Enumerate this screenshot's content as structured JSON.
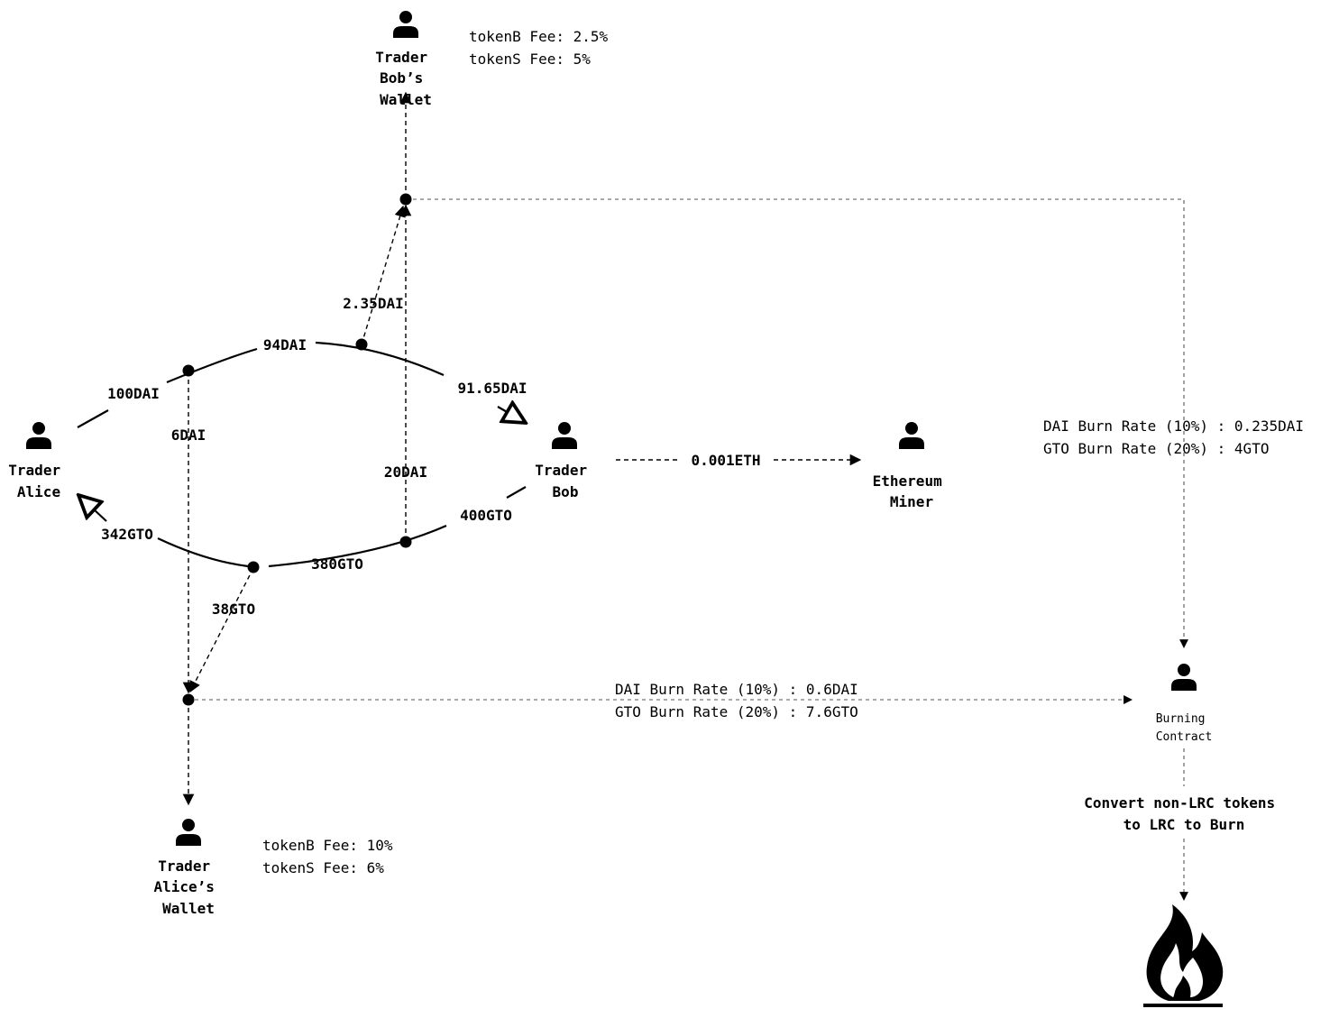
{
  "nodes": {
    "bob_wallet": {
      "lines": [
        "Trader",
        "Bob’s",
        "Wallet"
      ]
    },
    "alice": {
      "lines": [
        "Trader",
        "Alice"
      ]
    },
    "bob": {
      "lines": [
        "Trader",
        "Bob"
      ]
    },
    "miner": {
      "lines": [
        "Ethereum",
        "Miner"
      ]
    },
    "alice_wallet": {
      "lines": [
        "Trader",
        "Alice’s",
        "Wallet"
      ]
    },
    "burning_contract": {
      "lines": [
        "Burning",
        "Contract"
      ]
    }
  },
  "fees": {
    "bob_wallet": [
      "tokenB Fee: 2.5%",
      "tokenS Fee: 5%"
    ],
    "alice_wallet": [
      "tokenB Fee: 10%",
      "tokenS Fee: 6%"
    ]
  },
  "flows": {
    "alice_out": "100DAI",
    "after_alice_fee": "94DAI",
    "bob_in": "91.65DAI",
    "bob_out": "400GTO",
    "after_bob_fee": "380GTO",
    "alice_in": "342GTO",
    "alice_wallet_dai_fee": "6DAI",
    "alice_wallet_gto_fee": "38GTO",
    "bob_wallet_dai_fee": "2.35DAI",
    "bob_wallet_gto_fee": "20DAI",
    "miner_fee": "0.001ETH"
  },
  "burn_rates": {
    "bob_wallet": [
      "DAI Burn Rate (10%) : 0.235DAI",
      "GTO Burn Rate (20%) : 4GTO"
    ],
    "alice_wallet": [
      "DAI Burn Rate (10%) : 0.6DAI",
      "GTO Burn Rate (20%) : 7.6GTO"
    ]
  },
  "convert_note": [
    "Convert non-LRC tokens",
    "to LRC to Burn"
  ],
  "icons": {
    "person": "person-icon",
    "fire": "fire-icon"
  }
}
